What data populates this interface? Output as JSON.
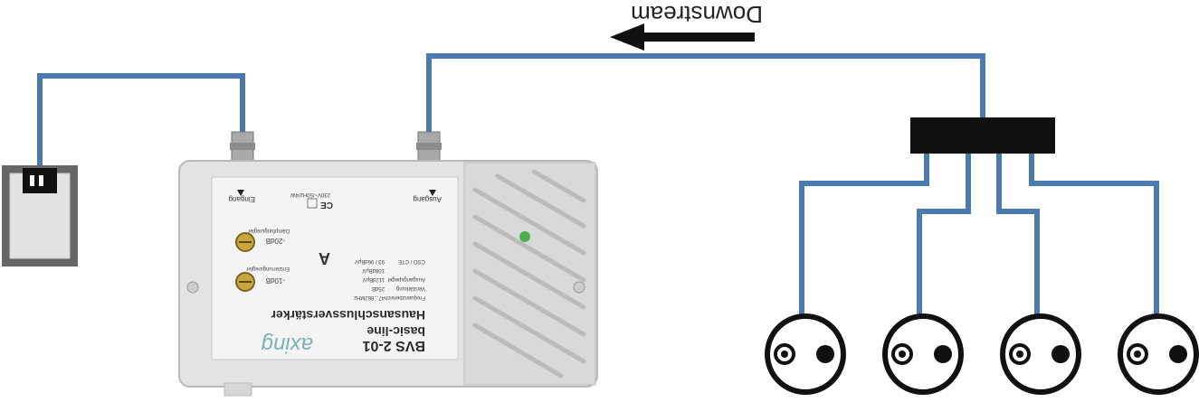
{
  "direction_label": "Downstream",
  "amplifier": {
    "model": "BVS 2-01",
    "series": "basic-line",
    "title": "Hausanschlussverstärker",
    "brand": "axing",
    "input_label": "Eingang",
    "output_label": "Ausgang",
    "power": "230V~/50Hz/4W",
    "spec_names": [
      "Frequenzbereich",
      "Verstärkung",
      "Ausgangspegel"
    ],
    "spec_values": [
      "47...862MHz",
      "25dB",
      "112dBµV",
      "108dBµV",
      "93 / 96dBµV"
    ],
    "cso_label": "CSO / CTE",
    "attenuator_label": "Dämpfungsregler",
    "equalizer_label": "Entzerrungsregler",
    "attenuator_value": "-20dB",
    "equalizer_value": "-10dB",
    "energy_class": "A",
    "ce_mark": "CE"
  },
  "colors": {
    "cable": "#4a7ab0",
    "led": "#4caf50",
    "housing": "#e3e3e3"
  }
}
